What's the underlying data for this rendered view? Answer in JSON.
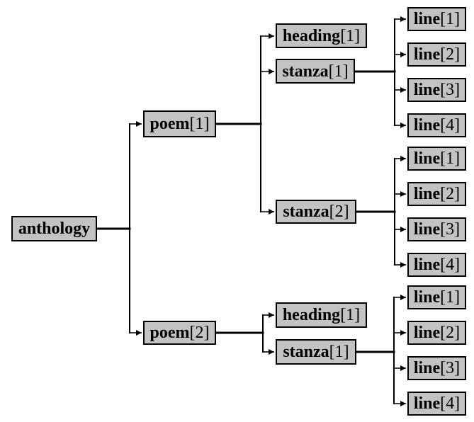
{
  "colors": {
    "background": "#ffffff",
    "box_fill": "#c3c3c3",
    "box_border": "#000000",
    "connector": "#000000",
    "text": "#000000"
  },
  "nodes": {
    "anthology": {
      "name": "anthology",
      "suffix": ""
    },
    "poem1": {
      "name": "poem",
      "suffix": "[1]"
    },
    "poem2": {
      "name": "poem",
      "suffix": "[2]"
    },
    "p1_heading1": {
      "name": "heading",
      "suffix": "[1]"
    },
    "p1_stanza1": {
      "name": "stanza",
      "suffix": "[1]"
    },
    "p1_stanza2": {
      "name": "stanza",
      "suffix": "[2]"
    },
    "p1s1_line1": {
      "name": "line",
      "suffix": "[1]"
    },
    "p1s1_line2": {
      "name": "line",
      "suffix": "[2]"
    },
    "p1s1_line3": {
      "name": "line",
      "suffix": "[3]"
    },
    "p1s1_line4": {
      "name": "line",
      "suffix": "[4]"
    },
    "p1s2_line1": {
      "name": "line",
      "suffix": "[1]"
    },
    "p1s2_line2": {
      "name": "line",
      "suffix": "[2]"
    },
    "p1s2_line3": {
      "name": "line",
      "suffix": "[3]"
    },
    "p1s2_line4": {
      "name": "line",
      "suffix": "[4]"
    },
    "p2_heading1": {
      "name": "heading",
      "suffix": "[1]"
    },
    "p2_stanza1": {
      "name": "stanza",
      "suffix": "[1]"
    },
    "p2s1_line1": {
      "name": "line",
      "suffix": "[1]"
    },
    "p2s1_line2": {
      "name": "line",
      "suffix": "[2]"
    },
    "p2s1_line3": {
      "name": "line",
      "suffix": "[3]"
    },
    "p2s1_line4": {
      "name": "line",
      "suffix": "[4]"
    }
  },
  "edges": [
    [
      "anthology",
      "poem1"
    ],
    [
      "anthology",
      "poem2"
    ],
    [
      "poem1",
      "p1_heading1"
    ],
    [
      "poem1",
      "p1_stanza1"
    ],
    [
      "poem1",
      "p1_stanza2"
    ],
    [
      "p1_stanza1",
      "p1s1_line1"
    ],
    [
      "p1_stanza1",
      "p1s1_line2"
    ],
    [
      "p1_stanza1",
      "p1s1_line3"
    ],
    [
      "p1_stanza1",
      "p1s1_line4"
    ],
    [
      "p1_stanza2",
      "p1s2_line1"
    ],
    [
      "p1_stanza2",
      "p1s2_line2"
    ],
    [
      "p1_stanza2",
      "p1s2_line3"
    ],
    [
      "p1_stanza2",
      "p1s2_line4"
    ],
    [
      "poem2",
      "p2_heading1"
    ],
    [
      "poem2",
      "p2_stanza1"
    ],
    [
      "p2_stanza1",
      "p2s1_line1"
    ],
    [
      "p2_stanza1",
      "p2s1_line2"
    ],
    [
      "p2_stanza1",
      "p2s1_line3"
    ],
    [
      "p2_stanza1",
      "p2s1_line4"
    ]
  ]
}
